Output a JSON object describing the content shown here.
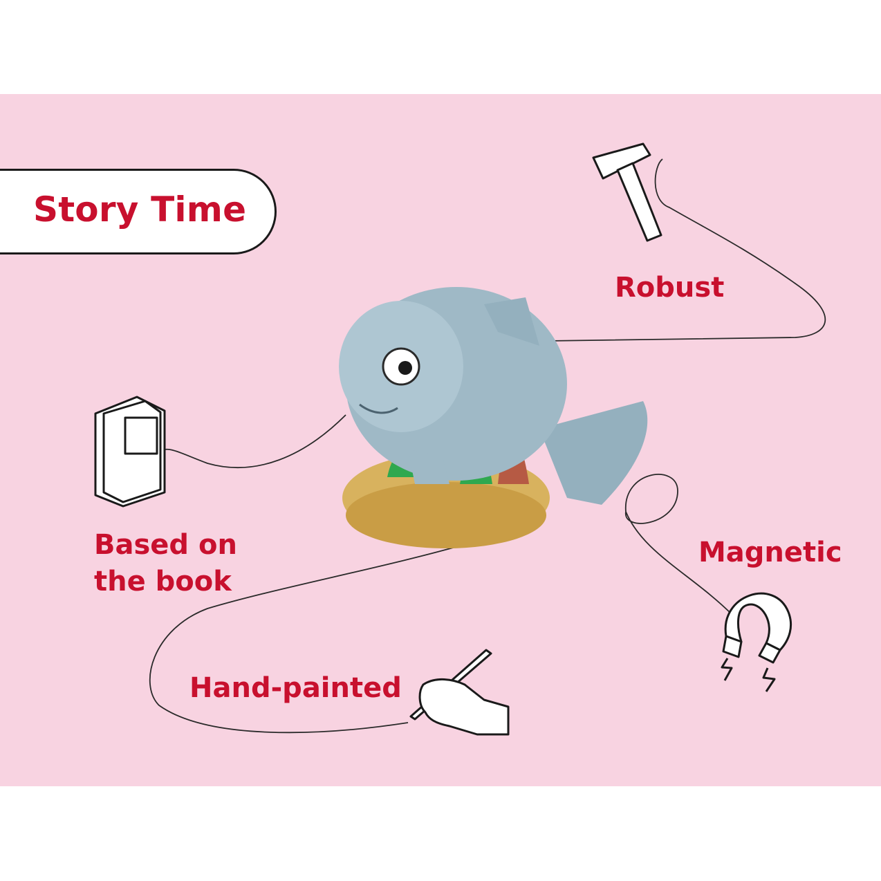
{
  "badge": {
    "title": "Story Time"
  },
  "features": {
    "robust": "Robust",
    "book_line1": "Based on",
    "book_line2": "the book",
    "magnetic": "Magnetic",
    "hand_painted": "Hand-painted"
  },
  "icons": [
    "hammer-icon",
    "book-icon",
    "magnet-icon",
    "paintbrush-hand-icon"
  ],
  "colors": {
    "background": "#f8d3e1",
    "label_red": "#c8102e",
    "fish": "#9fb9c6",
    "sand": "#d8b25e"
  }
}
